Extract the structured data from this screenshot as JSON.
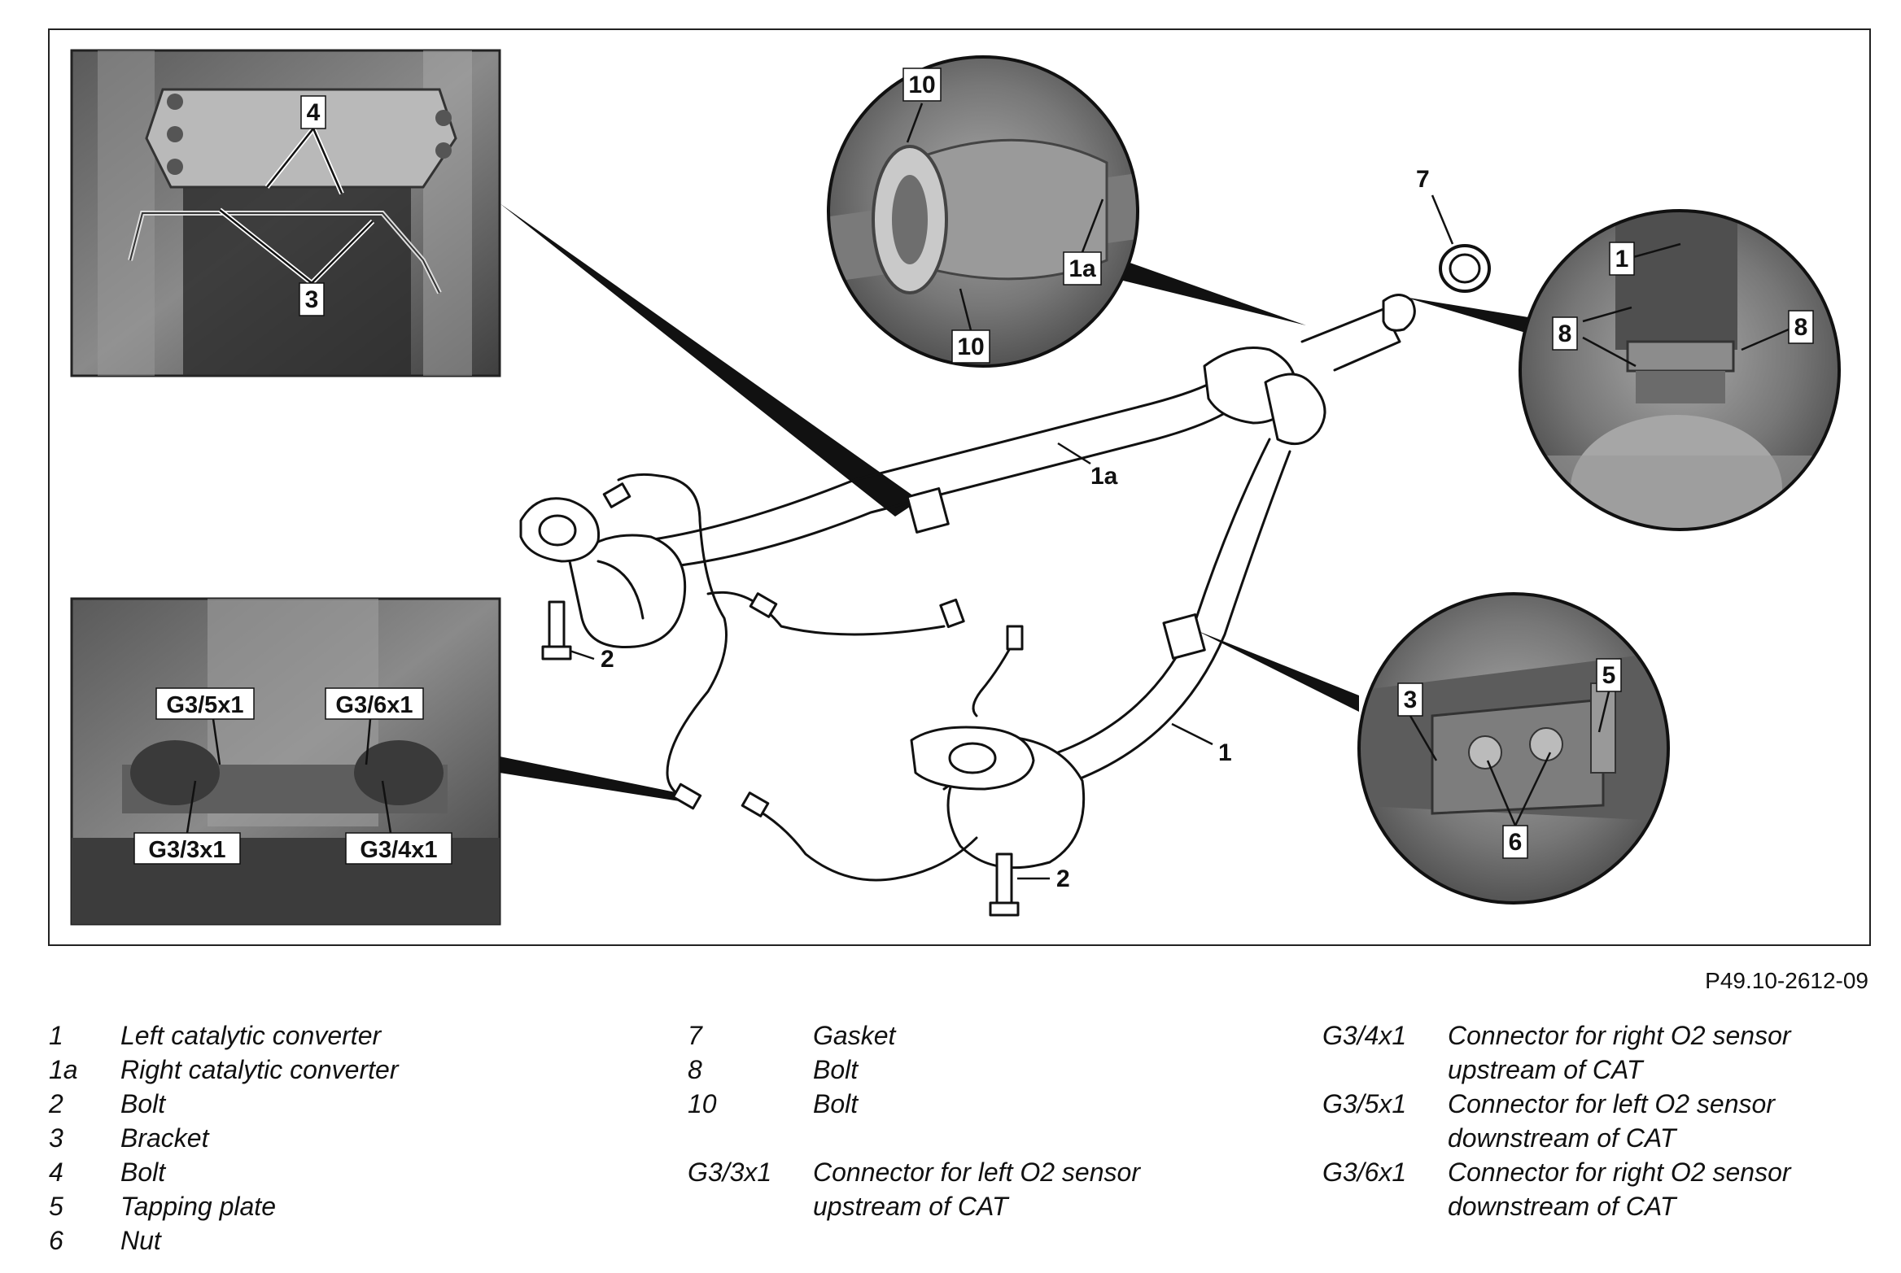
{
  "figure": {
    "id": "P49.10-2612-09",
    "callouts": {
      "part_1": "1",
      "part_1a": "1a",
      "part_2": "2",
      "part_3": "3",
      "part_4": "4",
      "part_5": "5",
      "part_6": "6",
      "part_7": "7",
      "part_8": "8",
      "part_10": "10",
      "g3_3x1": "G3/3x1",
      "g3_4x1": "G3/4x1",
      "g3_5x1": "G3/5x1",
      "g3_6x1": "G3/6x1"
    }
  },
  "legend": {
    "col1": [
      {
        "key": "1",
        "text": "Left catalytic converter"
      },
      {
        "key": "1a",
        "text": "Right catalytic converter"
      },
      {
        "key": "2",
        "text": "Bolt"
      },
      {
        "key": "3",
        "text": "Bracket"
      },
      {
        "key": "4",
        "text": "Bolt"
      },
      {
        "key": "5",
        "text": "Tapping plate"
      },
      {
        "key": "6",
        "text": "Nut"
      }
    ],
    "col2": [
      {
        "key": "7",
        "text": "Gasket"
      },
      {
        "key": "8",
        "text": "Bolt"
      },
      {
        "key": "10",
        "text": "Bolt"
      },
      {
        "key": "G3/3x1",
        "text": "Connector for left O2 sensor\nupstream of CAT"
      }
    ],
    "col3": [
      {
        "key": "G3/4x1",
        "text": "Connector for right O2 sensor\nupstream of CAT"
      },
      {
        "key": "G3/5x1",
        "text": "Connector for left O2 sensor\ndownstream of CAT"
      },
      {
        "key": "G3/6x1",
        "text": "Connector for right O2 sensor\ndownstream of CAT"
      }
    ]
  }
}
